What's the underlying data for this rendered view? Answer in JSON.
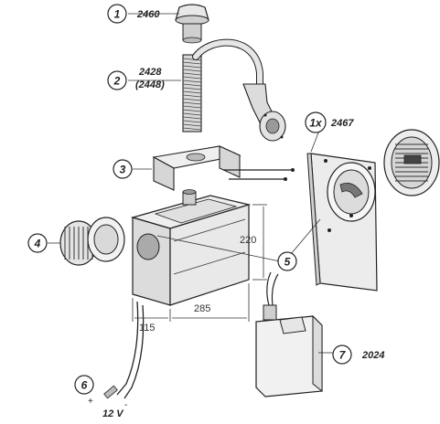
{
  "callouts": [
    {
      "num": "1",
      "part": "2460",
      "part2": ""
    },
    {
      "num": "2",
      "part": "2428",
      "part2": "(2448)"
    },
    {
      "num": "3",
      "part": "",
      "part2": ""
    },
    {
      "num": "4",
      "part": "",
      "part2": ""
    },
    {
      "num": "5",
      "part": "",
      "part2": ""
    },
    {
      "num": "6",
      "part": "",
      "part2": ""
    },
    {
      "num": "7",
      "part": "2024",
      "part2": ""
    },
    {
      "num": "1x",
      "part": "2467",
      "part2": ""
    }
  ],
  "dimensions": {
    "height": "220",
    "length": "285",
    "depth": "115"
  },
  "power": {
    "voltage": "12 V",
    "plus": "+",
    "minus": "-"
  }
}
